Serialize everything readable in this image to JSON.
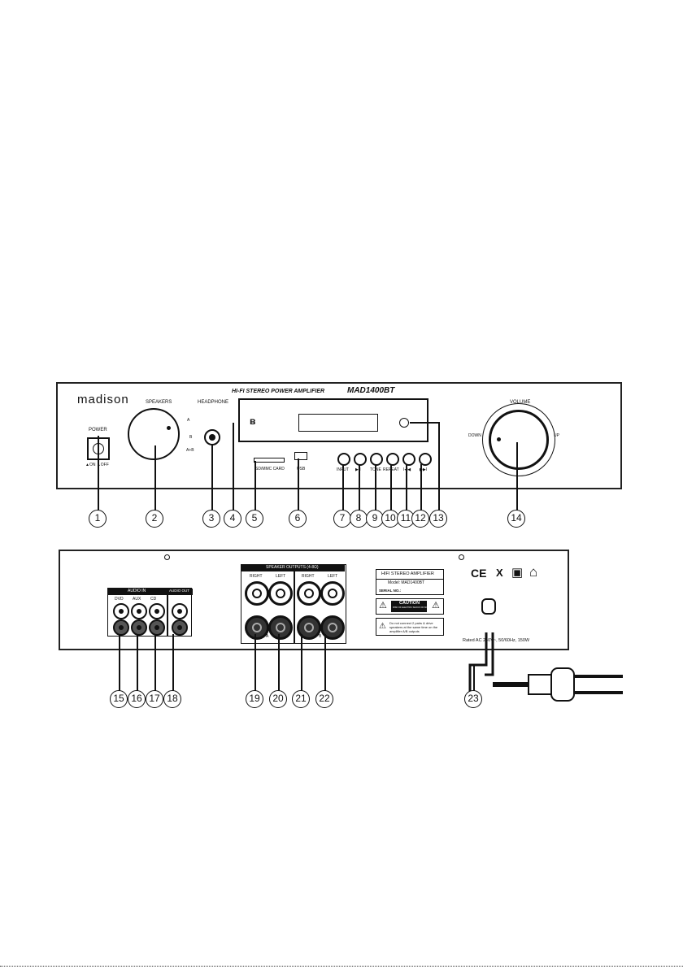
{
  "front": {
    "brand": "madison",
    "model_line": "HI-FI STEREO POWER AMPLIFIER",
    "model": "MAD1400BT",
    "power_label": "POWER",
    "power_states": "▲ON ▲OFF",
    "speakers_label": "SPEAKERS",
    "speaker_a": "A",
    "speaker_b": "B",
    "speaker_ab": "A+B",
    "headphone_label": "HEADPHONE",
    "bt_symbol": "ʙ",
    "sdmmc_label": "SD/MMC CARD",
    "usb_label": "USB",
    "input_label": "INPUT",
    "play_label": "▶II",
    "tone_label": "TONE",
    "repeat_label": "REPEAT",
    "prev_label": "I◀◀",
    "next_label": "▶▶I",
    "volume_label": "VOLUME",
    "volume_down": "DOWN",
    "volume_up": "UP"
  },
  "rear": {
    "audio_in_label": "AUDIO IN",
    "audio_out_label": "AUDIO OUT",
    "dvd_label": "DVD",
    "aux_label": "AUX",
    "cd_label": "CD",
    "speaker_outputs_label": "SPEAKER OUTPUTS (4-8Ω)",
    "right_label": "RIGHT",
    "left_label": "LEFT",
    "group_a": "A",
    "group_b": "B",
    "plate_title": "HIFI STEREO AMPLIFIER",
    "plate_model": "Model: MAD1400BT",
    "plate_serial": "SERIAL NO.:",
    "caution_title": "CAUTION",
    "caution_sub": "RISK OF ELECTRIC SHOCK DO NOT OPEN",
    "warning_text": "Do not connect 2 pairs & drive speakers at the same time on the amplifier A/B outputs",
    "rating": "Rated AC 240V~, 50/60Hz, 150W",
    "cert_marks": [
      "CE",
      "X",
      "▣",
      "⌂"
    ]
  },
  "callouts_front": [
    "1",
    "2",
    "3",
    "4",
    "5",
    "6",
    "7",
    "8",
    "9",
    "10",
    "11",
    "12",
    "13",
    "14"
  ],
  "callouts_rear": [
    "15",
    "16",
    "17",
    "18",
    "19",
    "20",
    "21",
    "22",
    "23"
  ]
}
